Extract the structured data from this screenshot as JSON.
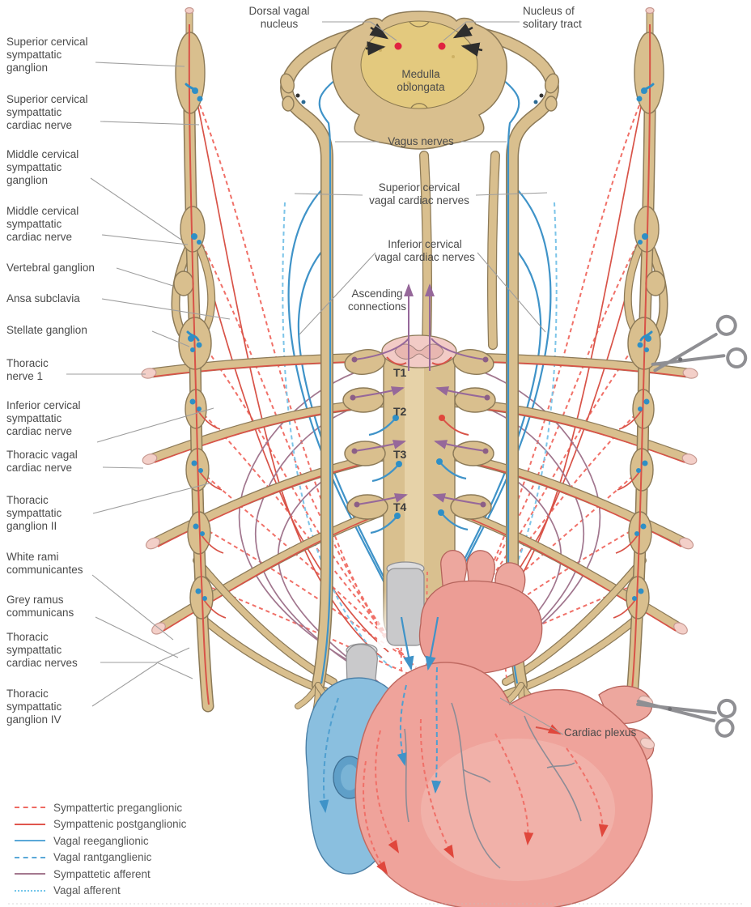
{
  "labels": {
    "left": [
      "Superior cervical\nsympattatic\nganglion",
      "Superior cervical\nsympattatic\ncardiac nerve",
      "Middle cervical\nsympattatic\nganglion",
      "Middle cervical\nsympattatic\ncardiac nerve",
      "Vertebral ganglion",
      "Ansa subclavia",
      "Stellate ganglion",
      "Thoracic\nnerve 1",
      "Inferior cervical\nsympattatic\ncardiac nerve",
      "Thoracic vagal\ncardiac nerve",
      "Thoracic\nsympattatic\nganglion II",
      "White rami\ncommunicantes",
      "Grey ramus\ncommunicans",
      "Thoracic\nsympattatic\ncardiac nerves",
      "Thoracic\nsympattatic\nganglion IV"
    ],
    "top": {
      "dorsal_vagal_nucleus": "Dorsal vagal\nnucleus",
      "nucleus_of_solitary_tract": "Nucleus of\nsolitary tract",
      "medulla_oblongata": "Medulla\noblongata",
      "vagus_nerves": "Vagus nerves",
      "superior_cervical_vagal_cardiac_nerves": "Superior cervical\nvagal cardiac nerves",
      "inferior_cervical_vagal_cardiac_nerves": "Inferior cervical\nvagal cardiac nerves",
      "ascending_connections": "Ascending\nconnections"
    },
    "spine": [
      "T1",
      "T2",
      "T3",
      "T4"
    ],
    "right": {
      "cardiac_plexus": "Cardiac plexus"
    }
  },
  "legend": {
    "items": [
      {
        "label": "Sympattertic preganglionic",
        "color": "#ee6a62",
        "style": "dashed"
      },
      {
        "label": "Sympattenic postganglionic",
        "color": "#e0564e",
        "style": "solid"
      },
      {
        "label": "Vagal reeganglionic",
        "color": "#5aa8d8",
        "style": "solid"
      },
      {
        "label": "Vagal rantganglienic",
        "color": "#5aa8d8",
        "style": "dashed"
      },
      {
        "label": "Sympattetic afferent",
        "color": "#a4798f",
        "style": "solid"
      },
      {
        "label": "Vagal afferent",
        "color": "#74c6ea",
        "style": "dotted"
      }
    ]
  },
  "colors": {
    "nerve_tan": "#d9bf8e",
    "nerve_outline": "#8c7a58",
    "medulla_core": "#e3c97e",
    "sympathetic_red": "#d85348",
    "sympathetic_pre_red": "#f07068",
    "vagal_blue": "#3f93c8",
    "vagal_light_blue": "#7cc4e8",
    "afferent_mauve": "#a1768e",
    "heart_pink": "#efa39b",
    "vessel_blue": "#8abfdf",
    "trachea_gray": "#c9c9cb",
    "cut_stub_pink": "#f3cfc8",
    "spinal_cross_pink": "#f2cbc6",
    "label_text": "#4a4a4a"
  },
  "icons": {
    "upper_scissors": "scissors-icon",
    "lower_scissors": "scissors-icon"
  }
}
